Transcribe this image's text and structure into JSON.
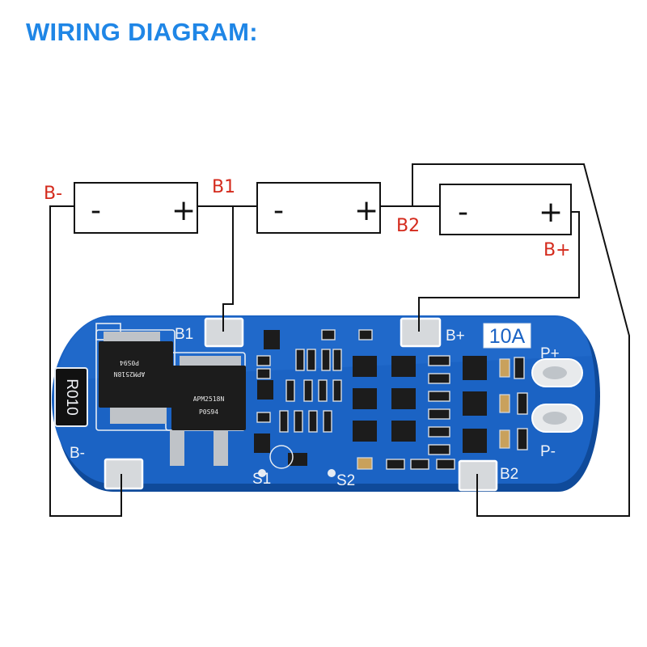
{
  "title": "WIRING DIAGRAM:",
  "colors": {
    "title": "#1f86e6",
    "wire_label": "#d42a1c",
    "board": "#1b63c4",
    "board_edge": "#0f4a9a"
  },
  "cells": [
    {
      "negative": "-",
      "positive": "+"
    },
    {
      "negative": "-",
      "positive": "+"
    },
    {
      "negative": "-",
      "positive": "+"
    }
  ],
  "wire_labels": {
    "b_minus": "B-",
    "b1": "B1",
    "b2": "B2",
    "b_plus": "B+"
  },
  "board": {
    "labels": {
      "b1": "B1",
      "b_plus": "B+",
      "current": "10A",
      "p_plus": "P+",
      "p_minus": "P-",
      "b_minus": "B-",
      "b2": "B2",
      "s1": "S1",
      "s2": "S2"
    },
    "component_marks": {
      "resistor": "R010",
      "mosfet_1": "APM2518N",
      "mosfet_2": "APM2518N",
      "mosfet_2_code": "P0S94",
      "mosfet_1_code": "P0S94"
    }
  }
}
